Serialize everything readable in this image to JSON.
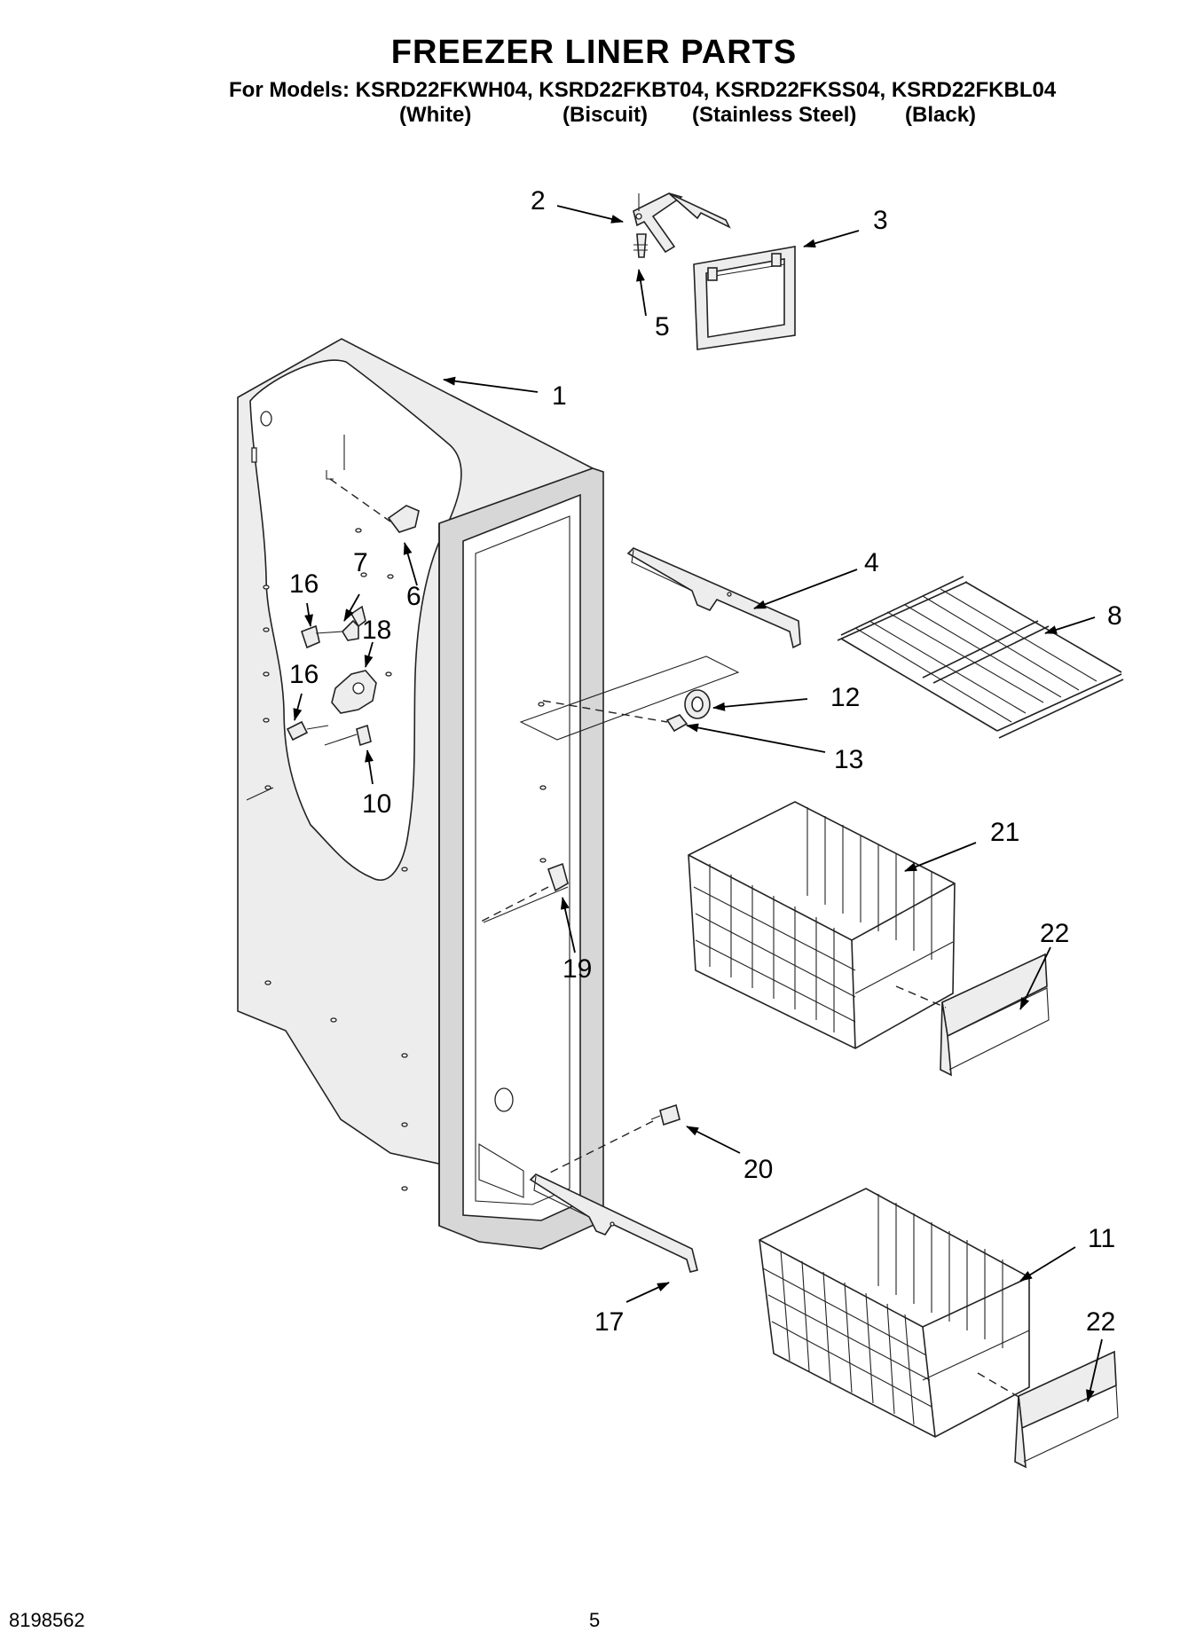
{
  "header": {
    "title": "FREEZER LINER PARTS",
    "models_line": "For Models: KSRD22FKWH04, KSRD22FKBT04, KSRD22FKSS04, KSRD22FKBL04",
    "variants": [
      "(White)",
      "(Biscuit)",
      "(Stainless Steel)",
      "(Black)"
    ]
  },
  "callouts": {
    "c1": "1",
    "c2": "2",
    "c3": "3",
    "c4": "4",
    "c5": "5",
    "c6": "6",
    "c7": "7",
    "c8": "8",
    "c10": "10",
    "c11": "11",
    "c12": "12",
    "c13": "13",
    "c16a": "16",
    "c16b": "16",
    "c17": "17",
    "c18": "18",
    "c19": "19",
    "c20": "20",
    "c21": "21",
    "c22a": "22",
    "c22b": "22"
  },
  "footer": {
    "doc_number": "8198562",
    "page_number": "5"
  }
}
